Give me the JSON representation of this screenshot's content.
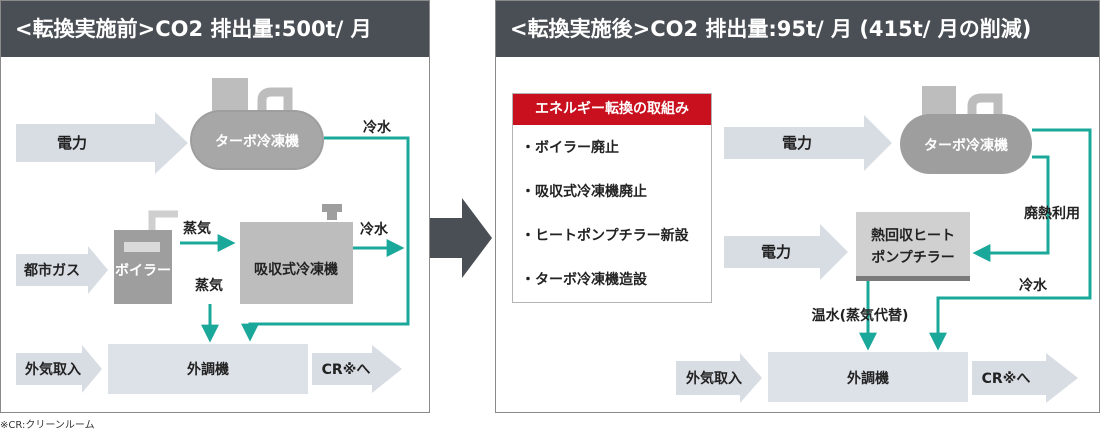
{
  "before": {
    "title": "<転換実施前>CO2 排出量:500t/ 月",
    "power": "電力",
    "city_gas": "都市ガス",
    "outside_air": "外気取入",
    "turbo_chiller": "ターボ冷凍機",
    "boiler": "ボイラー",
    "absorption_chiller": "吸収式冷凍機",
    "air_handler": "外調機",
    "to_cr": "CR※へ",
    "steam_1": "蒸気",
    "steam_2": "蒸気",
    "cold_water_1": "冷水",
    "cold_water_2": "冷水"
  },
  "after": {
    "title": "<転換実施後>CO2 排出量:95t/ 月 (415t/ 月の削減)",
    "power_1": "電力",
    "power_2": "電力",
    "outside_air": "外気取入",
    "turbo_chiller": "ターボ冷凍機",
    "heat_pump_line1": "熱回収ヒート",
    "heat_pump_line2": "ポンプチラー",
    "air_handler": "外調機",
    "to_cr": "CR※へ",
    "waste_heat": "廃熱利用",
    "cold_water": "冷水",
    "hot_water": "温水(蒸気代替)"
  },
  "measures": {
    "title": "エネルギー転換の取組み",
    "items": [
      "・ボイラー廃止",
      "・吸収式冷凍機廃止",
      "・ヒートポンプチラー新設",
      "・ターボ冷凍機造設"
    ]
  },
  "footnote": "※CR:クリーンルーム",
  "colors": {
    "header_bg": "#4a4f55",
    "pipe": "#1aa89a",
    "arrow_fill": "#d8dde4",
    "equipment": "#bdbdbd",
    "accent_red": "#c8101e"
  }
}
